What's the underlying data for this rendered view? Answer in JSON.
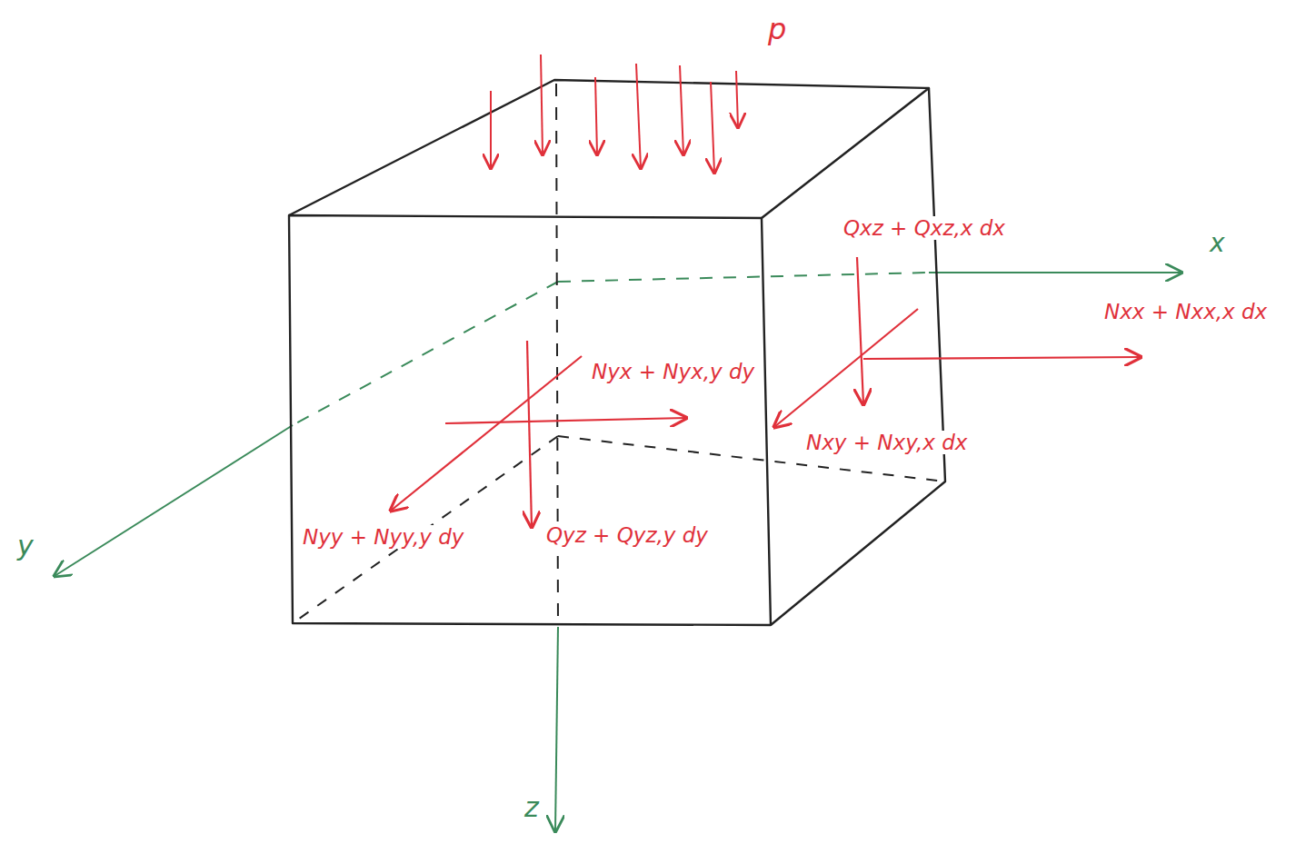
{
  "diagram": {
    "labels": [
      "p",
      "Qxz + Qxz,x dx",
      "x",
      "Nxx + Nxx,x dx",
      "Nyx + Nyx,y dy",
      "Nxy + Nxy,x dx",
      "y",
      "Nyy + Nyy,y dy",
      "Qyz + Qyz,y dy",
      "z"
    ]
  }
}
